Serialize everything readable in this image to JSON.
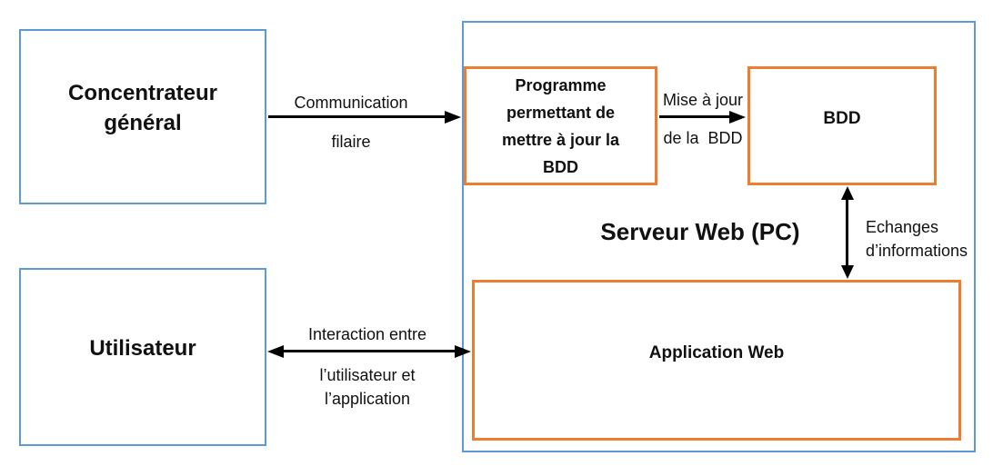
{
  "diagram": {
    "boxes": {
      "concentrateur": "Concentrateur\ngénéral",
      "utilisateur": "Utilisateur",
      "programme": "Programme\npermettant de\nmettre à jour la\nBDD",
      "bdd": "BDD",
      "application_web": "Application Web",
      "serveur_web": "Serveur Web (PC)"
    },
    "arrows": {
      "communication": {
        "label_top": "Communication",
        "label_bottom": "filaire"
      },
      "mise_a_jour": {
        "label_top": "Mise à jour",
        "label_bottom": "de la  BDD"
      },
      "interaction": {
        "label_top": "Interaction entre",
        "label_bottom": "l’utilisateur et\nl’application"
      },
      "echanges": {
        "label_side": "Echanges\nd’informations"
      }
    },
    "colors": {
      "external_border": "#5B9BD5",
      "internal_border": "#ED7D31",
      "arrow": "#000000"
    }
  }
}
